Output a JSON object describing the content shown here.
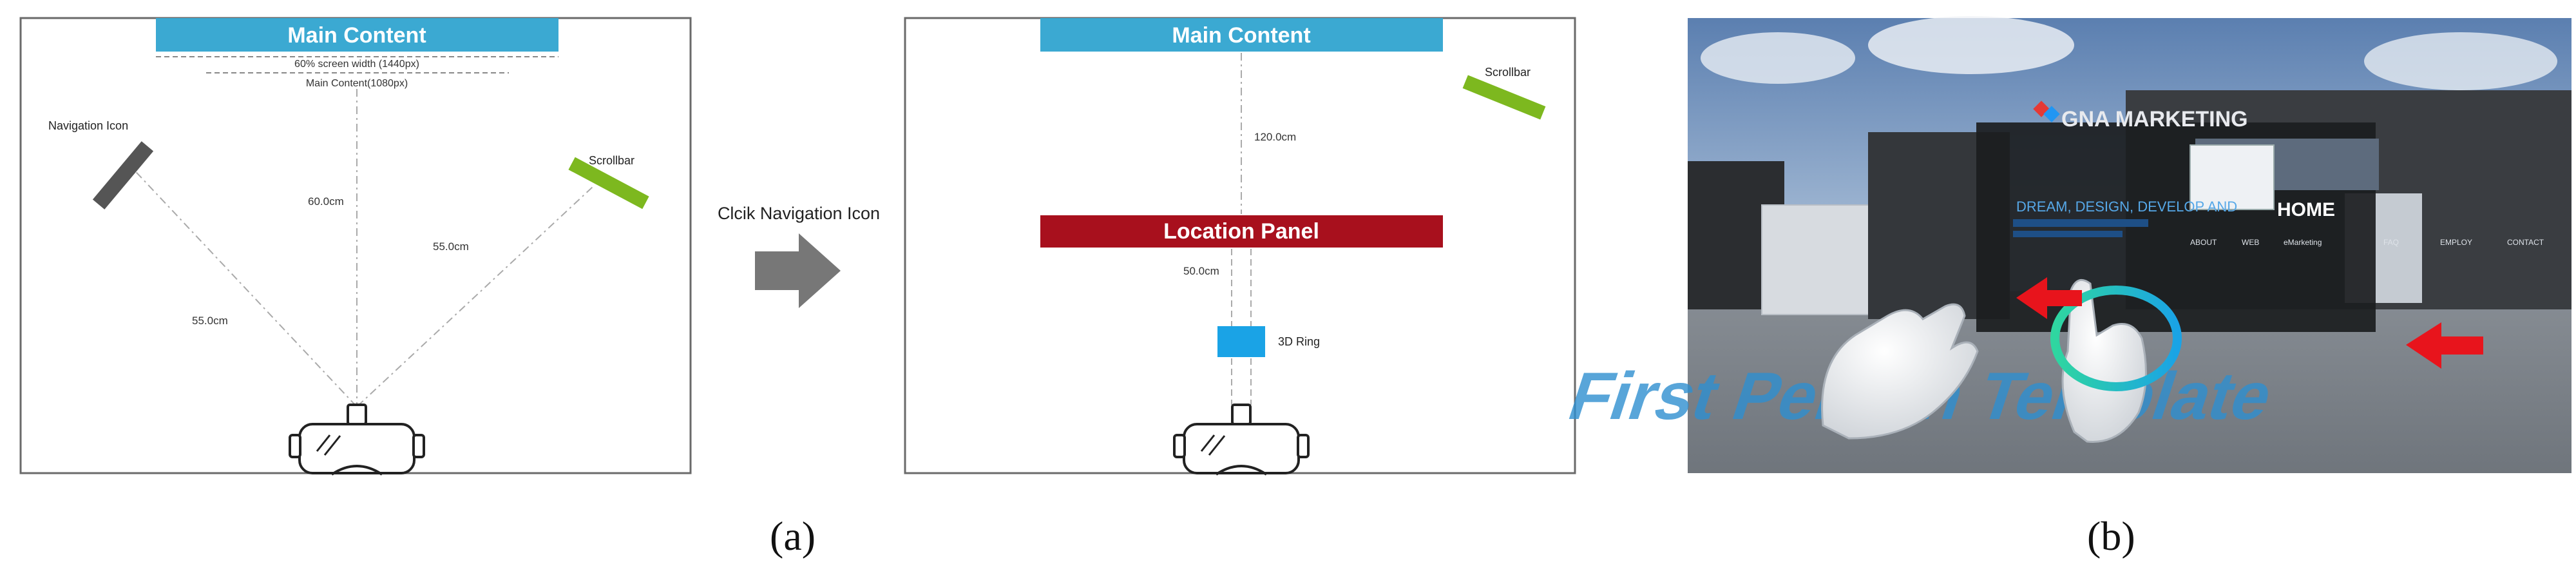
{
  "panel_left": {
    "main_content_label": "Main Content",
    "width_note": "60% screen width (1440px)",
    "width_note_2": "Main Content(1080px)",
    "navigation_icon_label": "Navigation Icon",
    "scrollbar_label": "Scrollbar",
    "distance_center": "60.0cm",
    "distance_right": "55.0cm",
    "distance_left": "55.0cm"
  },
  "transition": {
    "label": "Clcik Navigation Icon"
  },
  "panel_middle": {
    "main_content_label": "Main Content",
    "scrollbar_label": "Scrollbar",
    "distance_top": "120.0cm",
    "location_panel_label": "Location Panel",
    "distance_bottom": "50.0cm",
    "ring_label": "3D Ring"
  },
  "vr_scene": {
    "logo_text": "GNA MARKETING",
    "tagline": "DREAM, DESIGN, DEVELOP AND",
    "home_label": "HOME",
    "menu_items": [
      "ABOUT",
      "WEB",
      "eMarketing",
      "FAQ",
      "EMPLOY",
      "CONTACT"
    ],
    "floor_text": "First Person Template"
  },
  "captions": {
    "a": "(a)",
    "b": "(b)"
  },
  "colors": {
    "main_content": "#3BA9D2",
    "location_panel": "#A8101D",
    "scrollbar": "#7DB81F",
    "navigation_icon": "#555555",
    "ring": "#1AA3E6",
    "arrow": "#777777",
    "red_arrow": "#E8141C"
  }
}
